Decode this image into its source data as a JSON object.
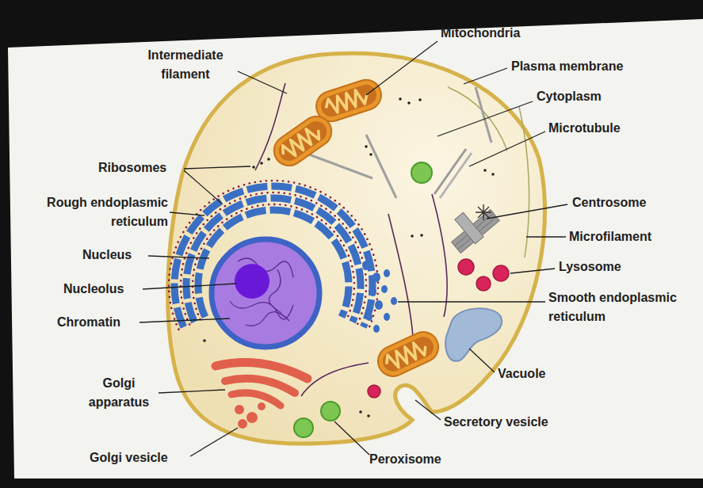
{
  "diagram": {
    "labels": [
      "Mitochondria",
      "Intermediate filament",
      "Plasma membrane",
      "Cytoplasm",
      "Microtubule",
      "Ribosomes",
      "Rough endoplasmic reticulum",
      "Centrosome",
      "Microfilament",
      "Nucleus",
      "Lysosome",
      "Nucleolus",
      "Smooth endoplasmic reticulum",
      "Chromatin",
      "Golgi apparatus",
      "Vacuole",
      "Secretory vesicle",
      "Golgi vesicle",
      "Peroxisome"
    ]
  }
}
